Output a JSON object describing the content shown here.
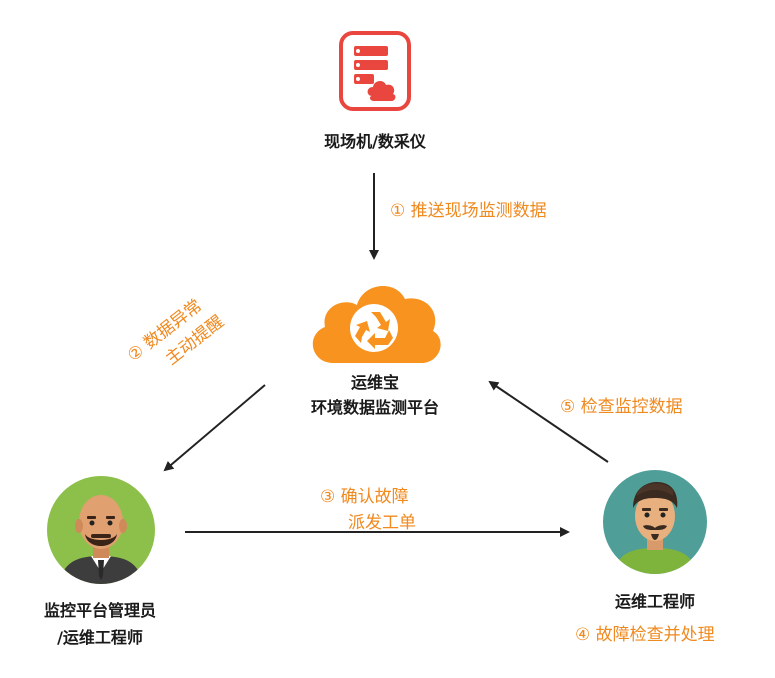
{
  "nodes": {
    "collector": {
      "label": "现场机/数采仪",
      "icon": "server-cloud-icon"
    },
    "platform": {
      "label_line1": "运维宝",
      "label_line2": "环境数据监测平台",
      "icon": "recycle-cloud-icon"
    },
    "manager": {
      "label_line1": "监控平台管理员",
      "label_line2": "/运维工程师",
      "icon": "bald-bearded-man-avatar-icon"
    },
    "engineer": {
      "label": "运维工程师",
      "icon": "mustache-man-avatar-icon"
    }
  },
  "steps": {
    "s1": "① 推送现场监测数据",
    "s2_line1": "② 数据异常",
    "s2_line2": "主动提醒",
    "s3_line1": "③ 确认故障",
    "s3_line2": "派发工单",
    "s4": "④ 故障检查并处理",
    "s5": "⑤ 检查监控数据"
  },
  "colors": {
    "accent": "#f0891e",
    "server_red": "#e8463e",
    "cloud_orange": "#f7931e",
    "arrow": "#222222"
  }
}
